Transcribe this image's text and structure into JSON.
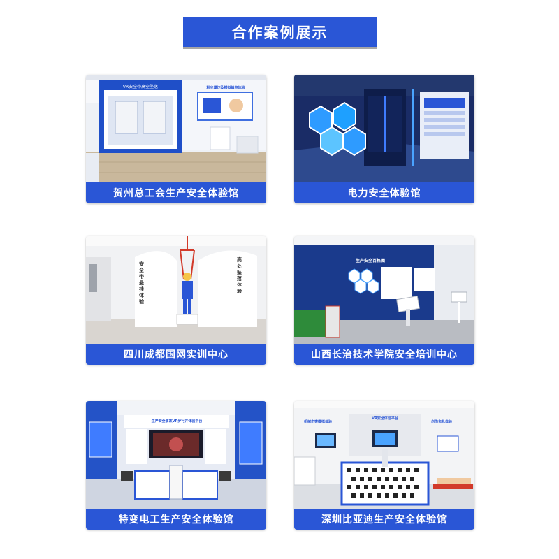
{
  "header": {
    "title": "合作案例展示"
  },
  "colors": {
    "accent": "#2a56d6",
    "caption_text": "#ffffff"
  },
  "cases": [
    {
      "caption": "贺州总工会生产安全体验馆",
      "signs": [
        "VR安全带高空坠落",
        "粉尘爆炸及模拟触电体验"
      ]
    },
    {
      "caption": "电力安全体验馆"
    },
    {
      "caption": "四川成都国网实训中心",
      "signs": [
        "安全带悬挂体验",
        "高处坠落体验"
      ]
    },
    {
      "caption": "山西长治技术学院安全培训中心",
      "signs": [
        "生产安全百格图"
      ]
    },
    {
      "caption": "特变电工生产安全体验馆",
      "signs": [
        "生产安全事故VR步行并体验平台"
      ]
    },
    {
      "caption": "深圳比亚迪生产安全体验馆",
      "signs": [
        "VR安全体验平台",
        "机械伤害模拟体验",
        "创伤包扎体验"
      ]
    }
  ]
}
